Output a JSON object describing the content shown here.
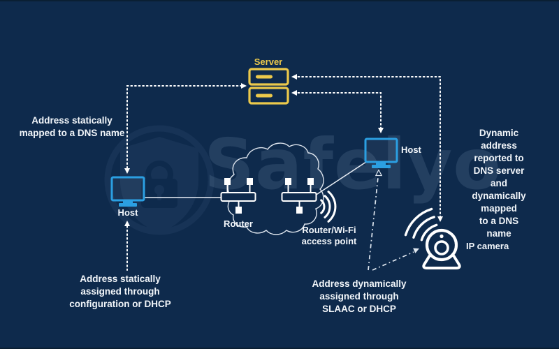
{
  "watermark": {
    "text": "Safelyo"
  },
  "colors": {
    "background": "#0e2a4c",
    "edge_line": "#0a1f33",
    "server_yellow": "#ecc94b",
    "host_blue": "#2b9fe2",
    "line_white": "#ffffff",
    "text": "#f2f6fa"
  },
  "nodes": {
    "server": {
      "label": "Server"
    },
    "host_left": {
      "label": "Host"
    },
    "host_right": {
      "label": "Host"
    },
    "router": {
      "label": "Router"
    },
    "access_point": {
      "label": "Router/Wi-Fi\naccess point"
    },
    "ip_camera": {
      "label": "IP camera"
    }
  },
  "annotations": {
    "static_dns": {
      "text": "Address statically\nmapped to a DNS name"
    },
    "static_assign": {
      "text": "Address statically\nassigned through\nconfiguration or DHCP"
    },
    "dynamic_dns": {
      "text": "Dynamic address\nreported to DNS server\nand dynamically mapped\nto a DNS name"
    },
    "dynamic_assign": {
      "text": "Address dynamically\nassigned through\nSLAAC or DHCP"
    }
  }
}
